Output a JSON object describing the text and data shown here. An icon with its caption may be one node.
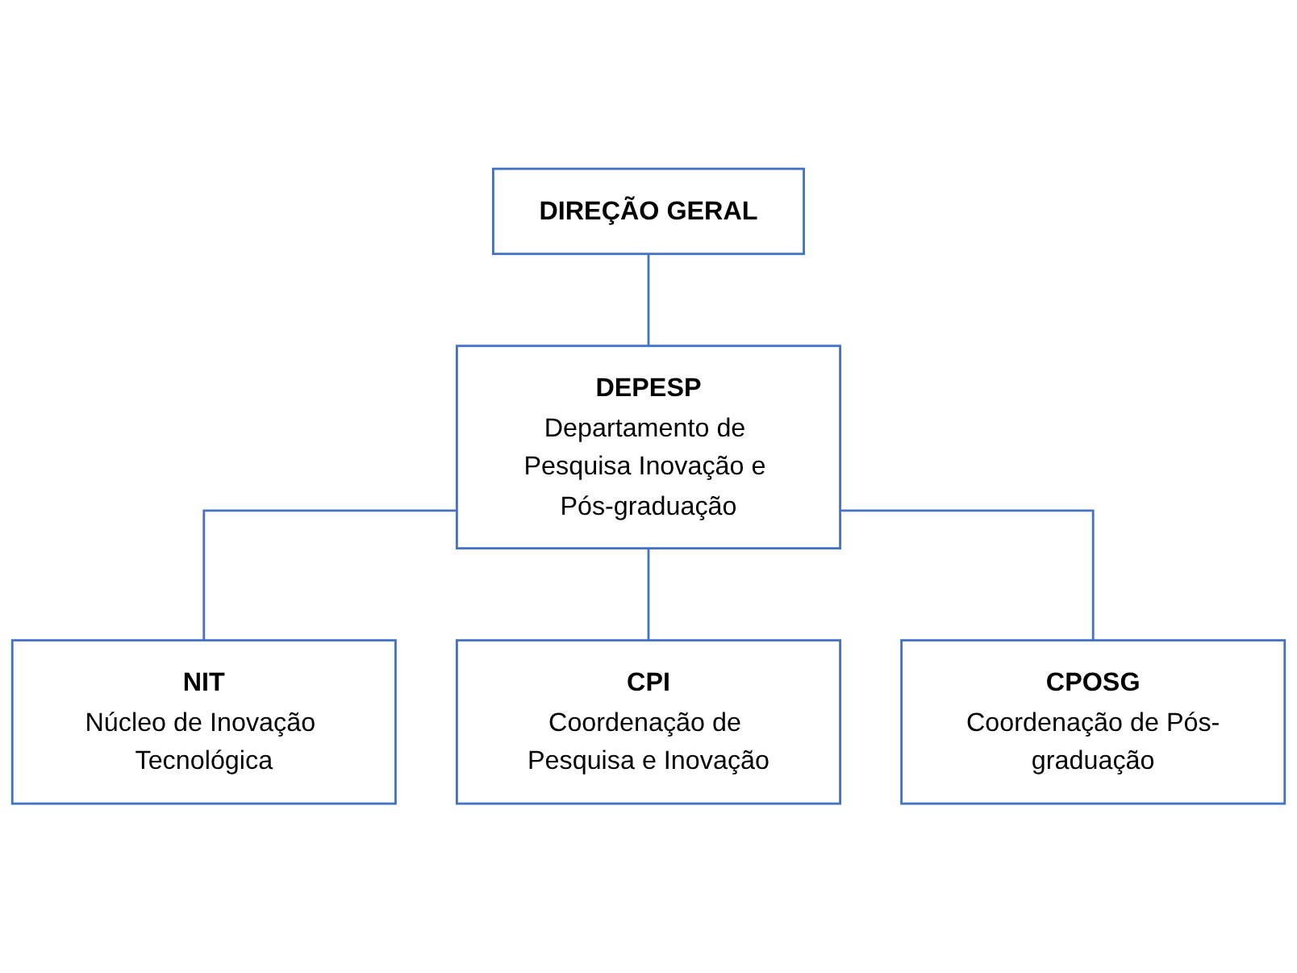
{
  "diagram": {
    "nodes": [
      {
        "text": [
          "DIREÇÃO GERAL"
        ]
      },
      {
        "text": [
          "DEPESP",
          "Departamento de Pesquisa Inovação e Pós-graduação"
        ]
      },
      {
        "text": [
          "NIT",
          "Núcleo de Inovação Tecnológica"
        ]
      },
      {
        "text": [
          "CPI",
          "Coordenação de Pesquisa e Inovação"
        ]
      },
      {
        "text": [
          "CPOSG",
          "Coordenação de Pós-graduação"
        ]
      }
    ],
    "edges": [
      {
        "from": 0,
        "to": 1,
        "arrow": "none"
      },
      {
        "from": 1,
        "to": 2,
        "arrow": "none"
      },
      {
        "from": 1,
        "to": 3,
        "arrow": "none"
      },
      {
        "from": 1,
        "to": 4,
        "arrow": "none"
      }
    ]
  }
}
